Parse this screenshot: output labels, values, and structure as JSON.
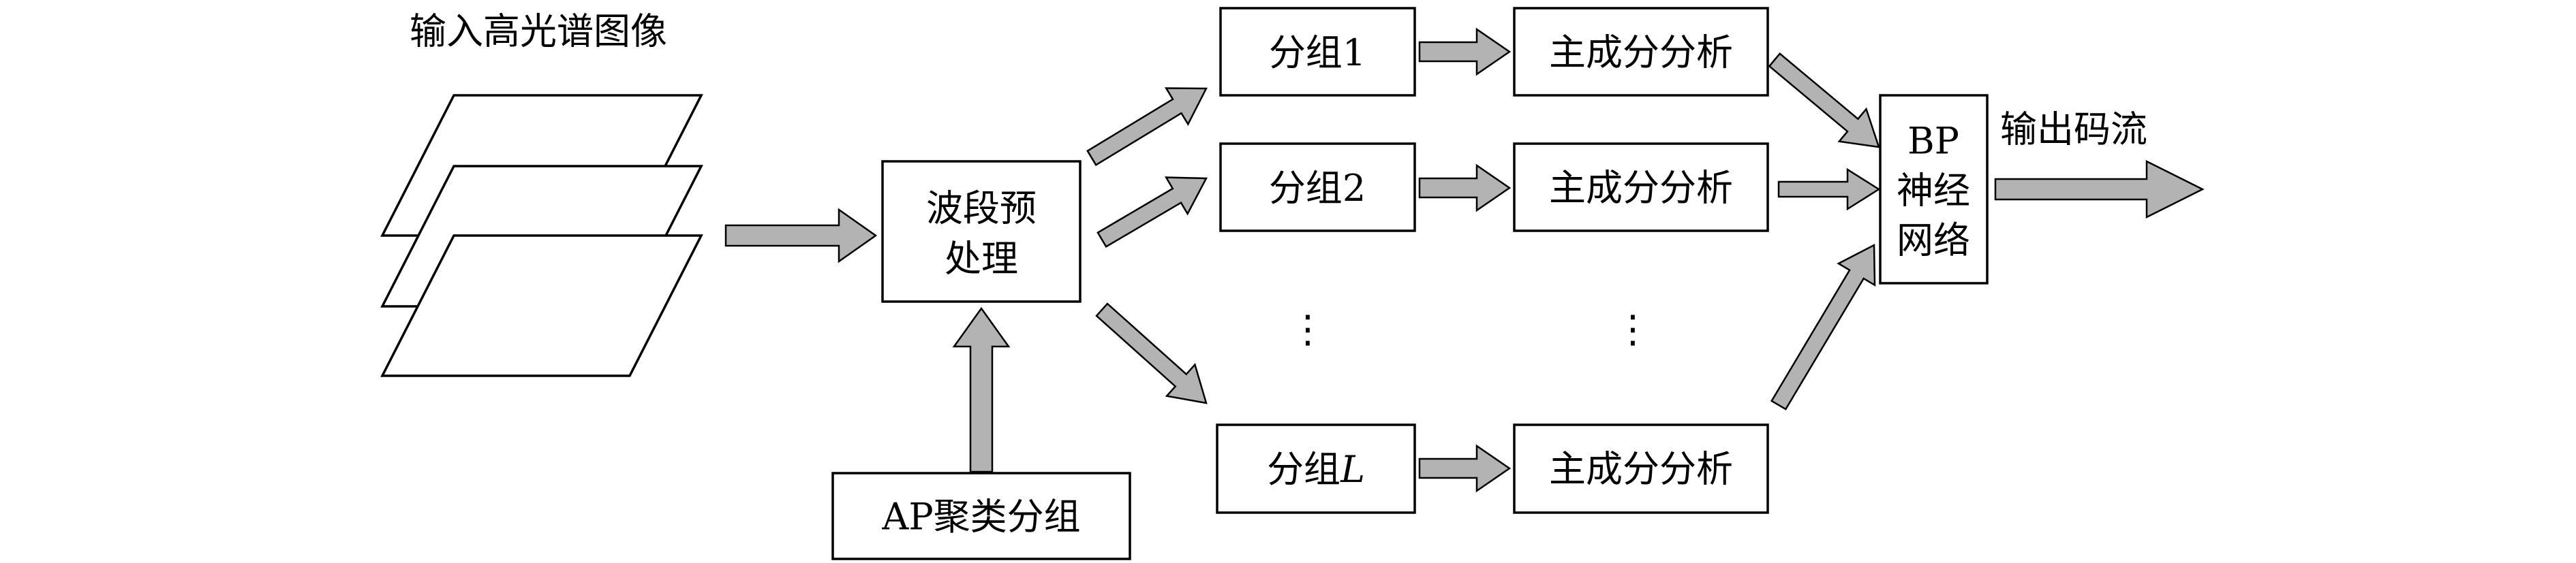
{
  "diagram": {
    "input_label": "输入高光谱图像",
    "preprocess": {
      "lines": [
        "波段预",
        "处理"
      ]
    },
    "ap_grouping": {
      "label": "AP聚类分组"
    },
    "groups": [
      {
        "prefix": "分组",
        "index": "1"
      },
      {
        "prefix": "分组",
        "index": "2"
      },
      {
        "prefix": "分组",
        "index": "L"
      }
    ],
    "pca": [
      {
        "label": "主成分分析"
      },
      {
        "label": "主成分分析"
      },
      {
        "label": "主成分分析"
      }
    ],
    "ellipsis": "⋮",
    "bp": {
      "lines": [
        "BP",
        "神经",
        "网络"
      ]
    },
    "output_label": "输出码流"
  },
  "colors": {
    "arrow_fill": "#b3b3b3",
    "stroke": "#000000",
    "background": "#ffffff"
  }
}
